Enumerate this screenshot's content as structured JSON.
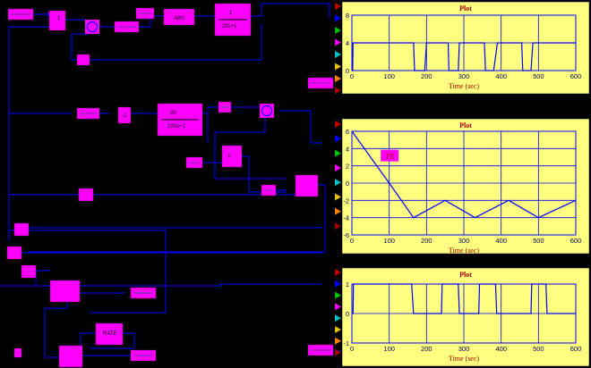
{
  "diagram": {
    "background": "#000000",
    "block_color": "#ff00ff",
    "wire_color": "#0000ff",
    "block_labels": {
      "gain1": "1",
      "abs1": "ABS",
      "tf1_num": "1",
      "tf1_den": "20s+1",
      "tf2_num": "20",
      "tf2_den": "100s+1",
      "gain2": "-1",
      "sat1": "n",
      "thresh1": "TR",
      "rate": "RATE"
    }
  },
  "plots": [
    {
      "title": "Plot",
      "xlabel": "Time (sec)",
      "x_ticks": [
        "0",
        "100",
        "200",
        "300",
        "400",
        "500",
        "600"
      ],
      "y_ticks": [
        "8",
        "4",
        "0"
      ],
      "annotation": ""
    },
    {
      "title": "Plot",
      "xlabel": "Time (sec)",
      "x_ticks": [
        "0",
        "100",
        "200",
        "300",
        "400",
        "500",
        "600"
      ],
      "y_ticks": [
        "6",
        "4",
        "2",
        "0",
        "-2",
        "-4",
        "-6"
      ],
      "annotation": "TR"
    },
    {
      "title": "Plot",
      "xlabel": "Time (sec)",
      "x_ticks": [
        "0",
        "100",
        "200",
        "300",
        "400",
        "500",
        "600"
      ],
      "y_ticks": [
        "1",
        "0",
        "-1"
      ],
      "annotation": ""
    }
  ],
  "chart_data": [
    {
      "type": "line",
      "title": "Plot",
      "xlabel": "Time (sec)",
      "xlim": [
        0,
        600
      ],
      "ylim": [
        0,
        8
      ],
      "grid": true,
      "series": [
        {
          "x": [
            0,
            2,
            3,
            165,
            168,
            175,
            195,
            200,
            258,
            260,
            285,
            288,
            290,
            355,
            358,
            380,
            390,
            400,
            455,
            458,
            480,
            485,
            490,
            600
          ],
          "y": [
            0,
            0,
            4,
            4,
            0,
            0,
            0,
            4,
            4,
            0,
            0,
            4,
            4,
            4,
            0,
            0,
            4,
            4,
            4,
            0,
            0,
            4,
            4,
            4
          ]
        }
      ]
    },
    {
      "type": "line",
      "title": "Plot",
      "xlabel": "Time (sec)",
      "xlim": [
        0,
        600
      ],
      "ylim": [
        -6,
        6
      ],
      "grid": true,
      "series": [
        {
          "x": [
            0,
            100,
            165,
            250,
            330,
            420,
            500,
            600
          ],
          "y": [
            6,
            0,
            -4,
            -2,
            -4,
            -2,
            -4,
            -2
          ]
        }
      ]
    },
    {
      "type": "line",
      "title": "Plot",
      "xlabel": "Time (sec)",
      "xlim": [
        0,
        600
      ],
      "ylim": [
        -1,
        1
      ],
      "grid": true,
      "series": [
        {
          "x": [
            0,
            3,
            4,
            160,
            165,
            240,
            242,
            285,
            288,
            340,
            342,
            385,
            388,
            480,
            482,
            520,
            523,
            600
          ],
          "y": [
            0,
            0,
            1,
            1,
            0,
            0,
            1,
            1,
            0,
            0,
            1,
            1,
            0,
            0,
            1,
            1,
            0,
            0
          ]
        }
      ]
    }
  ]
}
